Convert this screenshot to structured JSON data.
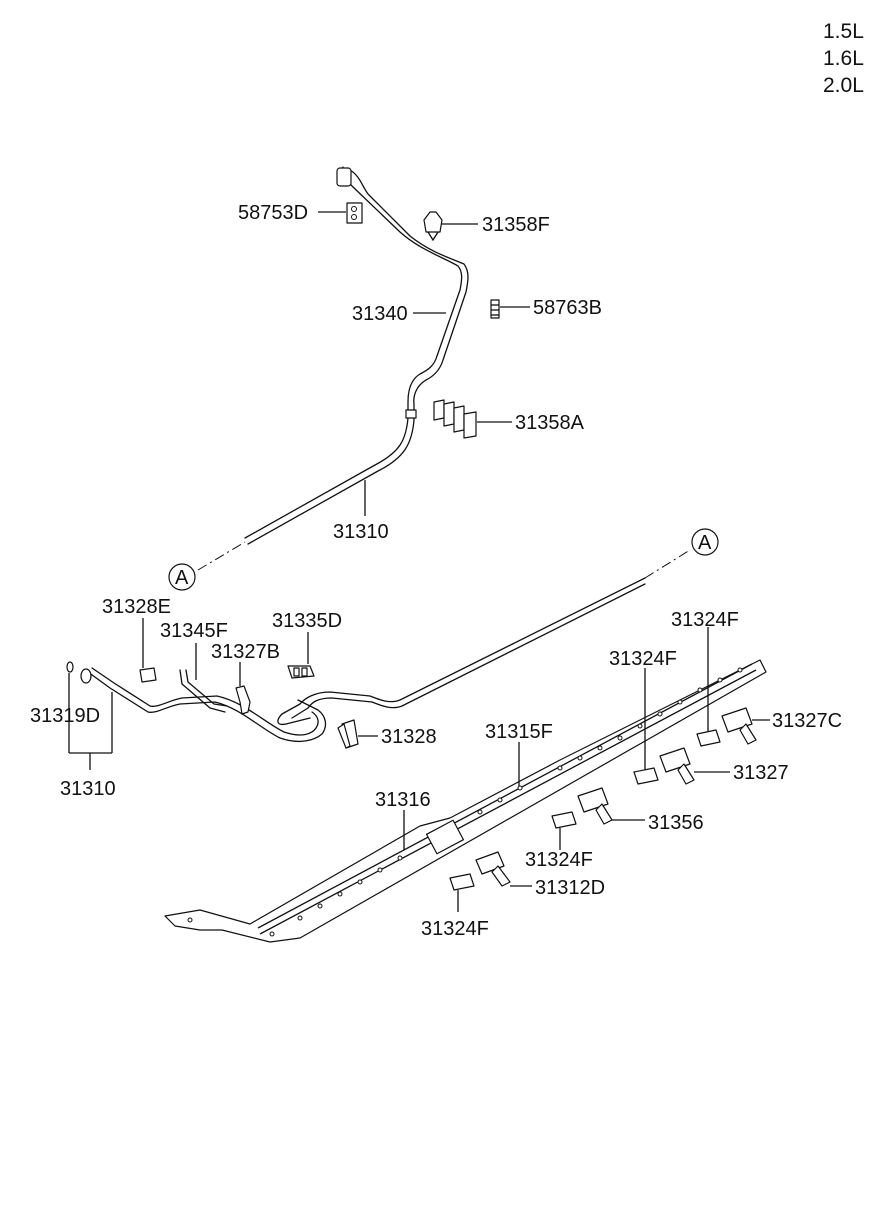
{
  "engines": [
    "1.5L",
    "1.6L",
    "2.0L"
  ],
  "ref_marker": "A",
  "labels": {
    "p58753D": "58753D",
    "p31358F": "31358F",
    "p31340": "31340",
    "p58763B": "58763B",
    "p31358A": "31358A",
    "p31310_upper": "31310",
    "p31328E": "31328E",
    "p31345F": "31345F",
    "p31335D": "31335D",
    "p31327B": "31327B",
    "p31319D": "31319D",
    "p31310_lower": "31310",
    "p31328": "31328",
    "p31324F_a": "31324F",
    "p31324F_b": "31324F",
    "p31327C": "31327C",
    "p31315F": "31315F",
    "p31327": "31327",
    "p31316": "31316",
    "p31356": "31356",
    "p31324F_c": "31324F",
    "p31312D": "31312D",
    "p31324F_d": "31324F"
  }
}
